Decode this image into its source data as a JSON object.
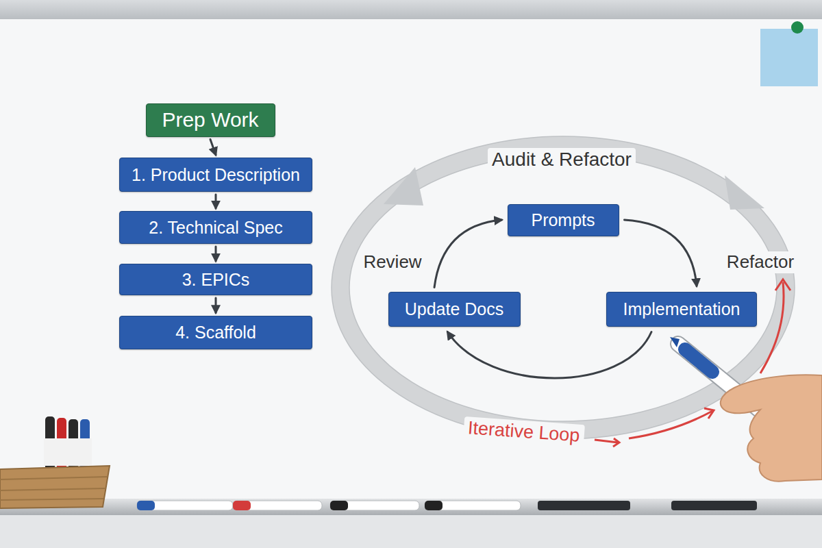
{
  "diagram": {
    "nodes": [
      {
        "text": [
          "Prep Work"
        ]
      },
      {
        "text": [
          "1. Product Description"
        ]
      },
      {
        "text": [
          "2. Technical Spec"
        ]
      },
      {
        "text": [
          "3. EPICs"
        ]
      },
      {
        "text": [
          "4. Scaffold"
        ]
      },
      {
        "text": [
          "Prompts"
        ]
      },
      {
        "text": [
          "Implementation"
        ]
      },
      {
        "text": [
          "Update Docs"
        ]
      }
    ],
    "edges": [
      {
        "from": 0,
        "to": 1,
        "arrow": "to"
      },
      {
        "from": 1,
        "to": 2,
        "arrow": "to"
      },
      {
        "from": 2,
        "to": 3,
        "arrow": "to"
      },
      {
        "from": 3,
        "to": 4,
        "arrow": "to"
      },
      {
        "from": 7,
        "to": 5,
        "arrow": "to"
      },
      {
        "from": 5,
        "to": 6,
        "arrow": "to"
      },
      {
        "from": 6,
        "to": 7,
        "arrow": "to"
      }
    ],
    "labels": [
      "Audit & Refactor",
      "Review",
      "Refactor",
      "Iterative Loop"
    ]
  }
}
